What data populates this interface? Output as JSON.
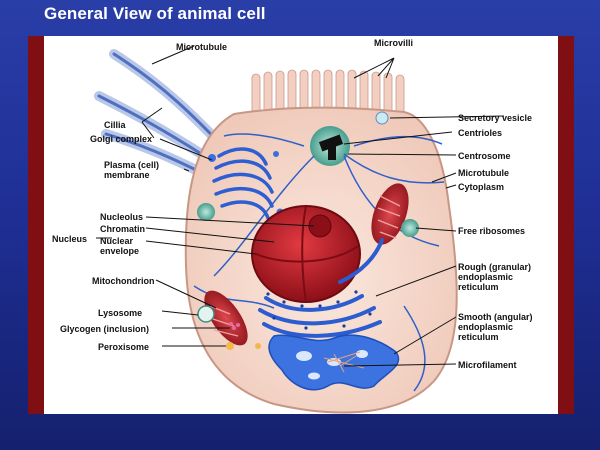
{
  "slide": {
    "title": "General View of animal cell"
  },
  "labels": {
    "microtubule_top": "Microtubule",
    "microvilli": "Microvilli",
    "cilia": "Cillia",
    "golgi": "Golgi complex",
    "plasma_membrane_1": "Plasma (cell)",
    "plasma_membrane_2": "membrane",
    "nucleus": "Nucleus",
    "nucleolus": "Nucleolus",
    "chromatin": "Chromatin",
    "nuclear_envelope_1": "Nuclear",
    "nuclear_envelope_2": "envelope",
    "mitochondrion": "Mitochondrion",
    "lysosome": "Lysosome",
    "glycogen": "Glycogen (inclusion)",
    "peroxisome": "Peroxisome",
    "secretory_vesicle": "Secretory vesicle",
    "centrioles": "Centrioles",
    "centrosome": "Centrosome",
    "microtubule_right": "Microtubule",
    "cytoplasm": "Cytoplasm",
    "free_ribosomes": "Free ribosomes",
    "rough_er_1": "Rough (granular)",
    "rough_er_2": "endoplasmic",
    "rough_er_3": "reticulum",
    "smooth_er_1": "Smooth (angular)",
    "smooth_er_2": "endoplasmic",
    "smooth_er_3": "reticulum",
    "microfilament": "Microfilament"
  },
  "colors": {
    "background": "#1f2f96",
    "frame": "#7f0f12",
    "cytoplasm": "#f6d8cc",
    "nucleus": "#c81f2a",
    "er": "#2f64d6",
    "mitochondrion": "#c3262e"
  }
}
